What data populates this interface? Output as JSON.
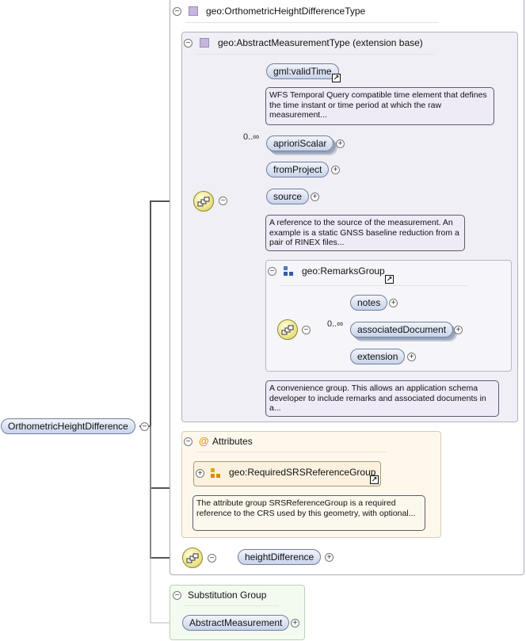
{
  "type_panel": {
    "title": "geo:OrthometricHeightDifferenceType"
  },
  "base_panel": {
    "title": "geo:AbstractMeasurementType (extension base)"
  },
  "elements": {
    "validTime": "gml:validTime",
    "validTime_doc": "WFS Temporal Query compatible time element that defines the time instant or time period at which the raw measurement...",
    "aprioriScalar": "aprioriScalar",
    "aprioriScalar_card": "0..∞",
    "fromProject": "fromProject",
    "source": "source",
    "source_doc": "A reference to the source of the measurement. An example is a static GNSS baseline reduction from a pair of RINEX files...",
    "notes": "notes",
    "associatedDocument": "associatedDocument",
    "associatedDocument_card": "0..∞",
    "extension": "extension",
    "heightDifference": "heightDifference"
  },
  "remarks_group": {
    "title": "geo:RemarksGroup",
    "doc": "A convenience group. This allows an application schema developer to include remarks and associated documents in a..."
  },
  "attributes": {
    "title": "Attributes",
    "group": "geo:RequiredSRSReferenceGroup",
    "doc": "The attribute group SRSReferenceGroup is a required reference to the CRS used by this geometry, with optional..."
  },
  "root_element": "OrthometricHeightDifference",
  "substitution": {
    "title": "Substitution Group",
    "element": "AbstractMeasurement"
  },
  "symbols": {
    "collapse": "−",
    "expand": "+",
    "link": "↗"
  },
  "colors": {
    "element_fill": "#c8d4ea",
    "sequence_fill": "#eee58a",
    "attribute_accent": "#e09a1b",
    "type_icon": "#c5b6dc"
  }
}
